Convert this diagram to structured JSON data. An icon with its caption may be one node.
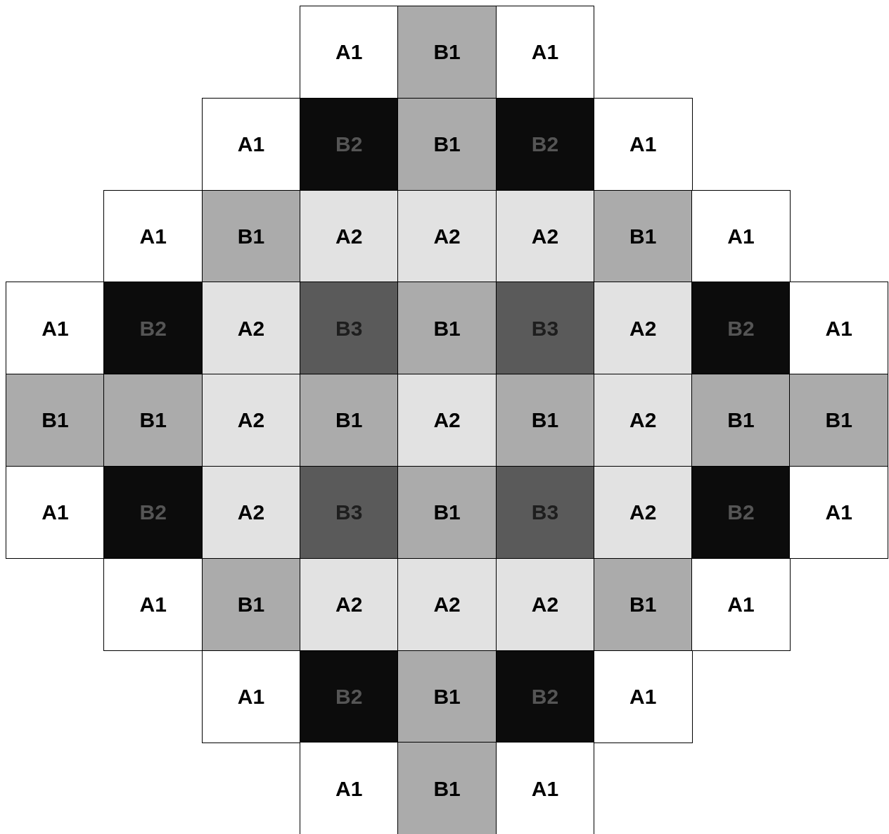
{
  "diagram": {
    "nodes": [
      {
        "text": [
          "A1"
        ]
      },
      {
        "text": [
          "B1"
        ]
      },
      {
        "text": [
          "A1"
        ]
      },
      {
        "text": [
          "A1"
        ]
      },
      {
        "text": [
          "B2"
        ]
      },
      {
        "text": [
          "B1"
        ]
      },
      {
        "text": [
          "B2"
        ]
      },
      {
        "text": [
          "A1"
        ]
      },
      {
        "text": [
          "A1"
        ]
      },
      {
        "text": [
          "B1"
        ]
      },
      {
        "text": [
          "A2"
        ]
      },
      {
        "text": [
          "A2"
        ]
      },
      {
        "text": [
          "A2"
        ]
      },
      {
        "text": [
          "B1"
        ]
      },
      {
        "text": [
          "A1"
        ]
      },
      {
        "text": [
          "A1"
        ]
      },
      {
        "text": [
          "B2"
        ]
      },
      {
        "text": [
          "A2"
        ]
      },
      {
        "text": [
          "B3"
        ]
      },
      {
        "text": [
          "B1"
        ]
      },
      {
        "text": [
          "B3"
        ]
      },
      {
        "text": [
          "A2"
        ]
      },
      {
        "text": [
          "B2"
        ]
      },
      {
        "text": [
          "A1"
        ]
      },
      {
        "text": [
          "B1"
        ]
      },
      {
        "text": [
          "B1"
        ]
      },
      {
        "text": [
          "A2"
        ]
      },
      {
        "text": [
          "B1"
        ]
      },
      {
        "text": [
          "A2"
        ]
      },
      {
        "text": [
          "B1"
        ]
      },
      {
        "text": [
          "A2"
        ]
      },
      {
        "text": [
          "B1"
        ]
      },
      {
        "text": [
          "B1"
        ]
      },
      {
        "text": [
          "A1"
        ]
      },
      {
        "text": [
          "B2"
        ]
      },
      {
        "text": [
          "A2"
        ]
      },
      {
        "text": [
          "B3"
        ]
      },
      {
        "text": [
          "B1"
        ]
      },
      {
        "text": [
          "B3"
        ]
      },
      {
        "text": [
          "A2"
        ]
      },
      {
        "text": [
          "B2"
        ]
      },
      {
        "text": [
          "A1"
        ]
      },
      {
        "text": [
          "A1"
        ]
      },
      {
        "text": [
          "B1"
        ]
      },
      {
        "text": [
          "A2"
        ]
      },
      {
        "text": [
          "A2"
        ]
      },
      {
        "text": [
          "A2"
        ]
      },
      {
        "text": [
          "B1"
        ]
      },
      {
        "text": [
          "A1"
        ]
      },
      {
        "text": [
          "A1"
        ]
      },
      {
        "text": [
          "B2"
        ]
      },
      {
        "text": [
          "B1"
        ]
      },
      {
        "text": [
          "B2"
        ]
      },
      {
        "text": [
          "A1"
        ]
      },
      {
        "text": [
          "A1"
        ]
      },
      {
        "text": [
          "B1"
        ]
      },
      {
        "text": [
          "A1"
        ]
      }
    ]
  }
}
